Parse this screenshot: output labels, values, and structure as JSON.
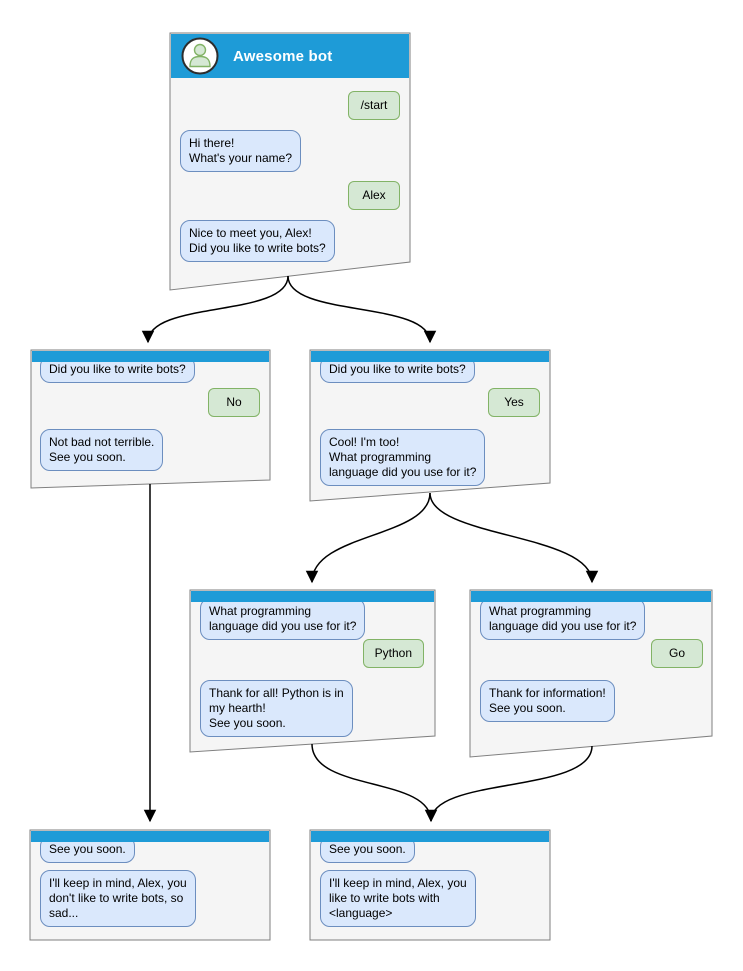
{
  "diagram": {
    "type": "chatbot-dialog-flowchart",
    "node_count": 7,
    "edges": [
      {
        "from": "main",
        "to": "branch_no"
      },
      {
        "from": "main",
        "to": "branch_yes"
      },
      {
        "from": "branch_yes",
        "to": "lang_python"
      },
      {
        "from": "branch_yes",
        "to": "lang_go"
      },
      {
        "from": "branch_no",
        "to": "end_no"
      },
      {
        "from": "lang_python",
        "to": "end_yes"
      },
      {
        "from": "lang_go",
        "to": "end_yes"
      }
    ]
  },
  "colors": {
    "header_blue": "#1e9bd7",
    "window_fill": "#f5f5f5",
    "window_border": "#7f7f7f",
    "bot_bubble_fill": "#dae8fc",
    "bot_bubble_border": "#6c8ebf",
    "user_bubble_fill": "#d5e8d4",
    "user_bubble_border": "#82b366",
    "connector": "#000000"
  },
  "windows": {
    "main": {
      "title": "Awesome bot",
      "avatar_icon": "person-icon",
      "messages": [
        {
          "from": "user",
          "text": "/start"
        },
        {
          "from": "bot",
          "text": "Hi there!\nWhat's your name?"
        },
        {
          "from": "user",
          "text": "Alex"
        },
        {
          "from": "bot",
          "text": "Nice to meet you, Alex!\nDid you like to write bots?"
        }
      ]
    },
    "branch_no": {
      "messages": [
        {
          "from": "bot",
          "text": "Did you like to write bots?"
        },
        {
          "from": "user",
          "text": "No"
        },
        {
          "from": "bot",
          "text": "Not bad not terrible.\nSee you soon."
        }
      ]
    },
    "branch_yes": {
      "messages": [
        {
          "from": "bot",
          "text": "Did you like to write bots?"
        },
        {
          "from": "user",
          "text": "Yes"
        },
        {
          "from": "bot",
          "text": "Cool! I'm too!\nWhat programming\nlanguage did you use for it?"
        }
      ]
    },
    "lang_python": {
      "messages": [
        {
          "from": "bot",
          "text": "What programming\nlanguage did you use for it?"
        },
        {
          "from": "user",
          "text": "Python"
        },
        {
          "from": "bot",
          "text": "Thank for all! Python is in\nmy hearth!\nSee you soon."
        }
      ]
    },
    "lang_go": {
      "messages": [
        {
          "from": "bot",
          "text": "What programming\nlanguage did you use for it?"
        },
        {
          "from": "user",
          "text": "Go"
        },
        {
          "from": "bot",
          "text": "Thank for information!\nSee you soon."
        }
      ]
    },
    "end_no": {
      "messages": [
        {
          "from": "bot",
          "text": "See you soon."
        },
        {
          "from": "bot",
          "text": "I'll keep in mind, Alex, you\ndon't like to write bots, so\nsad..."
        }
      ]
    },
    "end_yes": {
      "messages": [
        {
          "from": "bot",
          "text": "See you soon."
        },
        {
          "from": "bot",
          "text": "I'll keep in mind, Alex, you\nlike to write bots with\n<language>"
        }
      ]
    }
  }
}
